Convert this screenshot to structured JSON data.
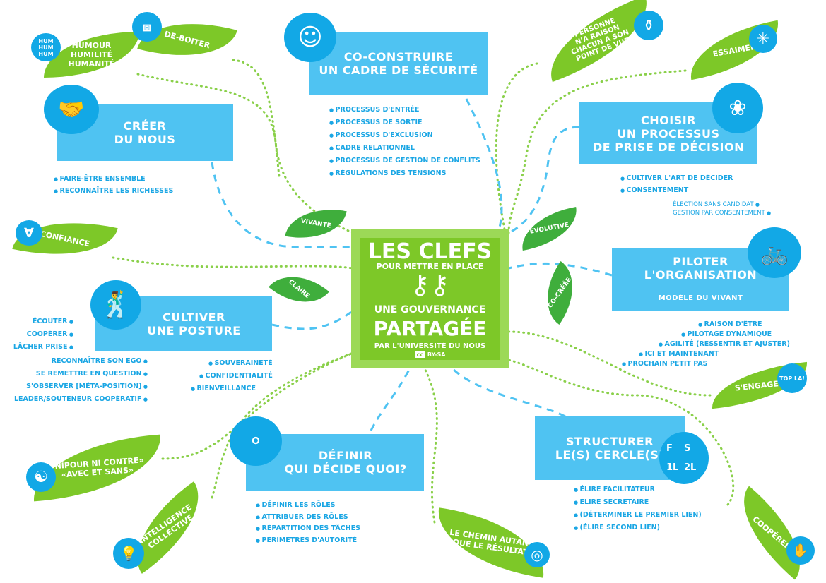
{
  "center": {
    "title": "LES CLEFS",
    "line2": "POUR METTRE EN PLACE",
    "line3": "UNE GOUVERNANCE",
    "line4": "PARTAGÉE",
    "line5": "PAR L'UNIVERSITÉ DU NOUS",
    "license": "BY-SA",
    "cc": "cc"
  },
  "qualities": {
    "vivante": "VIVANTE",
    "claire": "CLAIRE",
    "evolutive": "ÉVOLUTIVE",
    "cocreee": "CO-CRÉÉE"
  },
  "leaves": {
    "humour": [
      "HUMOUR",
      "HUMILITÉ",
      "HUMANITÉ"
    ],
    "hum": [
      "HUM",
      "HUM",
      "HUM"
    ],
    "deboiter": "DÉ-BOITER",
    "personne": [
      "PERSONNE",
      "N'A RAISON",
      "CHACUN A SON",
      "POINT DE VUE"
    ],
    "essaimer": "ESSAIMER",
    "confiance": "CONFIANCE",
    "sengager": "S'ENGAGER",
    "topla": "TOP LA!",
    "nipour": [
      "«NIPOUR NI CONTRE»",
      "«AVEC ET SANS»"
    ],
    "intelligence": [
      "INTELLIGENCE",
      "COLLECTIVE"
    ],
    "chemin": [
      "LE CHEMIN AUTANT",
      "QUE LE RÉSULTAT"
    ],
    "cooperer": "COOPÉRER"
  },
  "creer": {
    "title": [
      "CRÉER",
      "DU NOUS"
    ],
    "items": [
      "FAIRE-ÊTRE  ENSEMBLE",
      "RECONNAÎTRE LES RICHESSES"
    ]
  },
  "coconstruire": {
    "title": [
      "CO-CONSTRUIRE",
      "UN CADRE DE SÉCURITÉ"
    ],
    "items": [
      "PROCESSUS D'ENTRÉE",
      "PROCESSUS DE SORTIE",
      "PROCESSUS D'EXCLUSION",
      "CADRE RELATIONNEL",
      "PROCESSUS DE GESTION DE CONFLITS",
      "RÉGULATIONS DES TENSIONS"
    ]
  },
  "choisir": {
    "title": [
      "CHOISIR",
      "UN PROCESSUS",
      "DE PRISE DE DÉCISION"
    ],
    "items": [
      "CULTIVER L'ART DE DÉCIDER",
      "CONSENTEMENT"
    ],
    "subitems": [
      "ÉLECTION SANS CANDIDAT",
      "GESTION PAR CONSENTEMENT"
    ]
  },
  "cultiver": {
    "title": [
      "CULTIVER",
      "UNE POSTURE"
    ],
    "left_items": [
      "ÉCOUTER",
      "COOPÉRER",
      "LÂCHER PRISE",
      "RECONNAÎTRE SON EGO",
      "SE REMETTRE EN QUESTION",
      "S'OBSERVER [MÉTA-POSITION]",
      "LEADER/SOUTENEUR COOPÉRATIF"
    ],
    "right_items": [
      "SOUVERAINETÉ",
      "CONFIDENTIALITÉ",
      "BIENVEILLANCE"
    ]
  },
  "piloter": {
    "title": [
      "PILOTER",
      "L'ORGANISATION"
    ],
    "subtitle": "MODÈLE DU VIVANT",
    "items": [
      "RAISON D'ÊTRE",
      "PILOTAGE DYNAMIQUE",
      "AGILITÉ (RESSENTIR ET AJUSTER)",
      "ICI ET MAINTENANT",
      "PROCHAIN PETIT PAS"
    ]
  },
  "definir": {
    "title": [
      "DÉFINIR",
      "QUI DÉCIDE QUOI?"
    ],
    "items": [
      "DÉFINIR LES RÔLES",
      "ATTRIBUER DES RÔLES",
      "RÉPARTITION DES TÂCHES",
      "PÉRIMÈTRES D'AUTORITÉ"
    ]
  },
  "structurer": {
    "title": [
      "STRUCTURER",
      "LE(S) CERCLE(S)"
    ],
    "items": [
      "ÉLIRE FACILITATEUR",
      "ÉLIRE SECRÉTAIRE",
      "(DÉTERMINER LE PREMIER LIEN)",
      "(ÉLIRE SECOND LIEN)"
    ],
    "badges": [
      "F",
      "S",
      "1L",
      "2L"
    ]
  },
  "colors": {
    "blue": "#4fc3f2",
    "blue_dark": "#12a8e6",
    "green": "#7dc828",
    "green_dark": "#3fae3c"
  }
}
